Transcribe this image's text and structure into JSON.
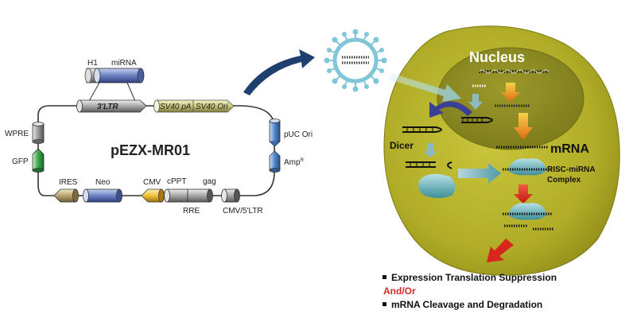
{
  "plasmid": {
    "name": "pEZX-MR01",
    "elements": {
      "h1": "H1",
      "mirna": "miRNA",
      "ltr3": "3'LTR",
      "sv40pa": "SV40 pA",
      "sv40ori": "SV40 Ori",
      "puc": "pUC Ori",
      "amp": "Amp",
      "amp_sup": "R",
      "wpre": "WPRE",
      "gfp": "GFP",
      "ires": "IRES",
      "neo": "Neo",
      "cmv": "CMV",
      "cppt": "cPPT",
      "gag": "gag",
      "rre": "RRE",
      "cmv5ltr": "CMV/5'LTR"
    }
  },
  "cell": {
    "nucleus": "Nucleus",
    "dicer": "Dicer",
    "mrna": "mRNA",
    "risc_line1": "RISC-miRNA",
    "risc_line2": "Complex"
  },
  "outcomes": {
    "line1": "Expression Translation Suppression",
    "andor": "And/Or",
    "line2": "mRNA Cleavage and Degradation"
  },
  "colors": {
    "cell": "#b6b22a",
    "nucleus": "#8c8a1f",
    "virus": "#7fc6d8",
    "arrow_blue": "#1f3f6e",
    "arrow_red": "#d9261c",
    "arrow_orange": "#f0a020"
  }
}
